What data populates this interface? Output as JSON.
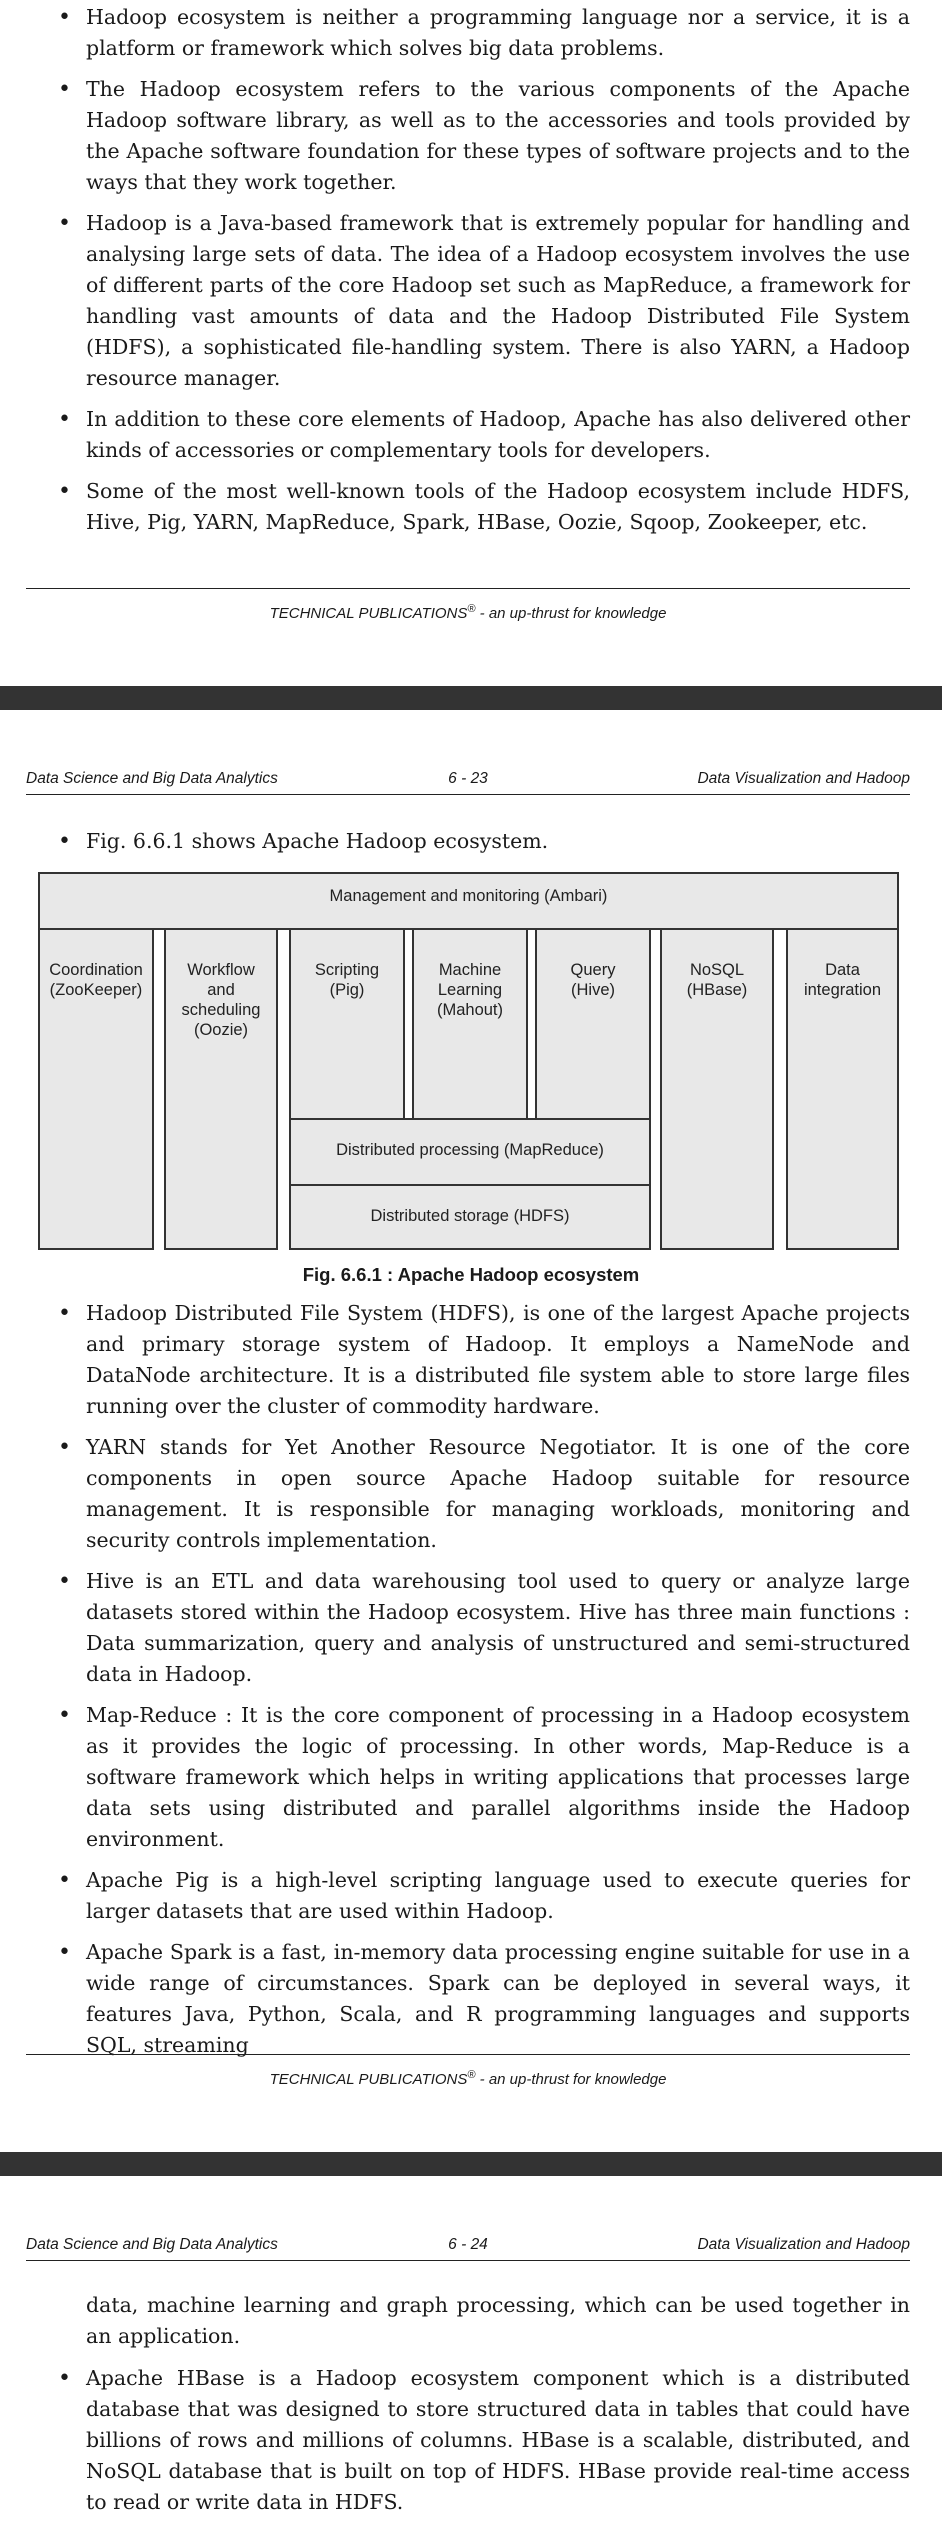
{
  "page1": {
    "bullets": [
      "Hadoop ecosystem is neither a programming language nor a service, it is a platform or framework which solves big data problems.",
      "The Hadoop ecosystem refers to the various components of the Apache Hadoop software library, as well as to the accessories and tools provided by the Apache software foundation for these types of software projects and to the ways that they work together.",
      "Hadoop is a Java-based framework that is extremely popular for handling and analysing large sets of data. The idea of a Hadoop ecosystem involves the use of different parts of the core Hadoop set such as MapReduce, a framework for handling vast amounts of data and the Hadoop Distributed File System (HDFS), a sophisticated file-handling system. There is also YARN, a Hadoop resource manager.",
      "In addition to these core elements of Hadoop, Apache has also delivered other kinds of accessories or complementary tools for developers.",
      "Some of the most well-known tools of the Hadoop ecosystem include HDFS, Hive, Pig, YARN, MapReduce, Spark, HBase, Oozie, Sqoop, Zookeeper, etc."
    ]
  },
  "footer": {
    "text": "TECHNICAL PUBLICATIONS",
    "reg": "®",
    "tagline": " - an up-thrust for knowledge"
  },
  "header": {
    "book": "Data Science and Big Data Analytics",
    "chapter": "Data Visualization and Hadoop"
  },
  "page2": {
    "page_number": "6 - 23",
    "intro": "Fig. 6.6.1 shows Apache Hadoop ecosystem.",
    "diagram": {
      "management": "Management and monitoring (Ambari)",
      "coordination": [
        "Coordination",
        "(ZooKeeper)"
      ],
      "workflow": [
        "Workflow",
        "and",
        "scheduling",
        "(Oozie)"
      ],
      "scripting": [
        "Scripting",
        "(Pig)"
      ],
      "ml": [
        "Machine",
        "Learning",
        "(Mahout)"
      ],
      "query": [
        "Query",
        "(Hive)"
      ],
      "nosql": [
        "NoSQL",
        "(HBase)"
      ],
      "data_integration": [
        "Data",
        "integration"
      ],
      "processing": "Distributed processing (MapReduce)",
      "storage": "Distributed storage (HDFS)"
    },
    "caption": "Fig. 6.6.1 : Apache Hadoop ecosystem",
    "bullets": [
      "Hadoop Distributed File System (HDFS), is one of the largest Apache projects and primary storage system of Hadoop. It employs a NameNode and DataNode architecture. It is a distributed file system able to store large files running over the cluster of commodity hardware.",
      "YARN stands for Yet Another Resource Negotiator. It is one of the core components in open source Apache Hadoop suitable for resource management. It is responsible for managing workloads, monitoring and security controls implementation.",
      "Hive is an ETL and data warehousing tool used to query or analyze large datasets stored within the Hadoop ecosystem. Hive has three main functions : Data summarization, query and analysis of unstructured and semi-structured data in Hadoop.",
      "Map-Reduce : It is the core component of processing in a Hadoop ecosystem as it provides the logic of processing. In other words, Map-Reduce is a software framework which helps in writing applications that processes large data sets using distributed and parallel algorithms inside the Hadoop environment.",
      "Apache Pig is a high-level scripting language used to execute queries for larger datasets that are used within Hadoop.",
      "Apache Spark is a fast, in-memory data processing engine suitable for use in a wide range of circumstances. Spark can be deployed in several ways, it features Java, Python, Scala, and R programming languages and supports SQL, streaming"
    ]
  },
  "page3": {
    "page_number": "6 - 24",
    "continuation": "data, machine learning and graph processing, which can be used together in an application.",
    "bullets": [
      "Apache HBase is a Hadoop ecosystem component which is a distributed database that was designed to store structured data in tables that could have billions of rows and millions of columns. HBase is a scalable, distributed, and NoSQL database that is built on top of HDFS. HBase provide real-time access to read or write data in HDFS."
    ]
  }
}
